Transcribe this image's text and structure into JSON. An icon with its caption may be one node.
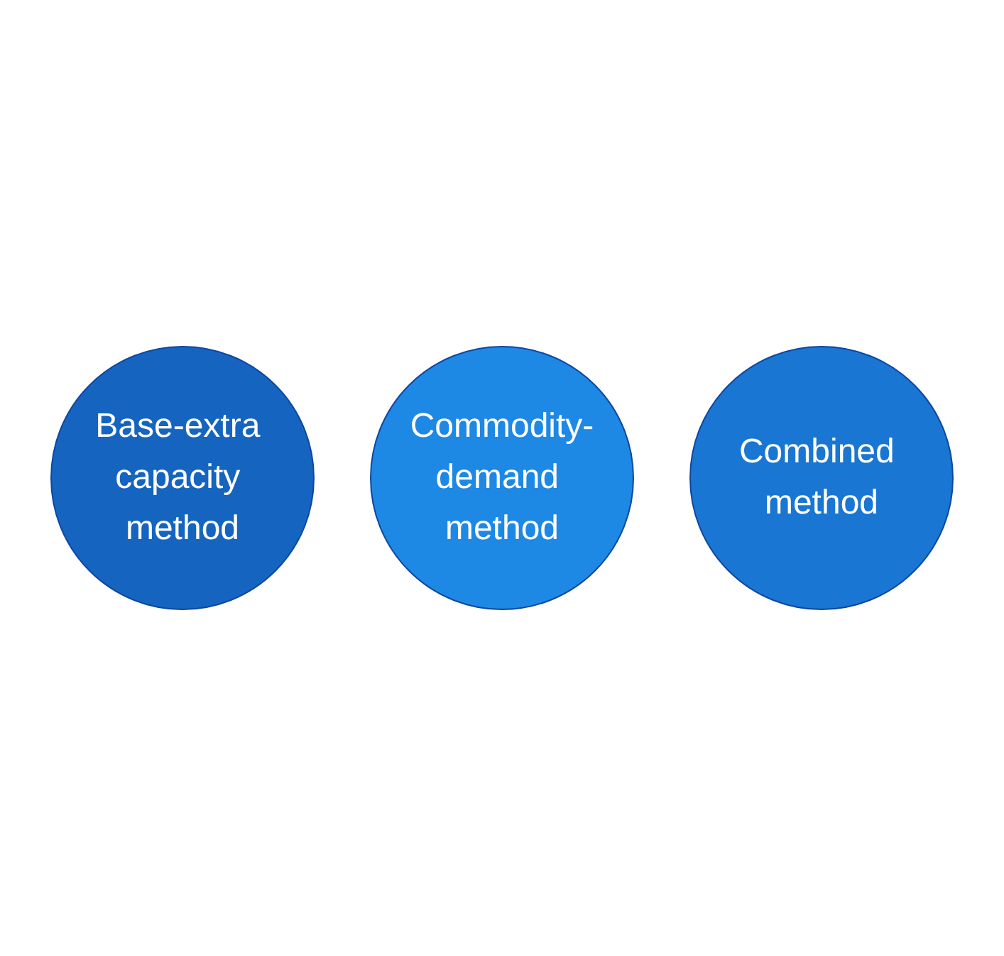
{
  "diagram": {
    "nodes": [
      {
        "text": [
          "Base-extra capacity method"
        ]
      },
      {
        "text": [
          "Commodity-demand method"
        ]
      },
      {
        "text": [
          "Combined method"
        ]
      }
    ]
  }
}
